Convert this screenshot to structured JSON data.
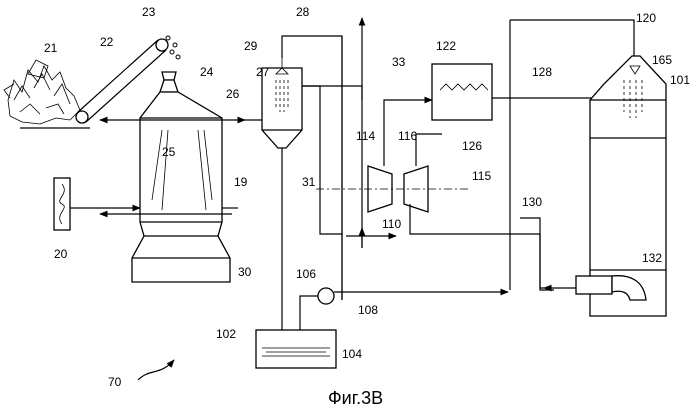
{
  "figure": {
    "caption": "Фиг.3В",
    "labels": {
      "l21": "21",
      "l22": "22",
      "l23": "23",
      "l24": "24",
      "l25": "25",
      "l26": "26",
      "l27": "27",
      "l28": "28",
      "l29": "29",
      "l33": "33",
      "l19": "19",
      "l20": "20",
      "l30": "30",
      "l31": "31",
      "l102": "102",
      "l104": "104",
      "l106": "106",
      "l108": "108",
      "l110": "110",
      "l114": "114",
      "l115": "115",
      "l116": "116",
      "l122": "122",
      "l126": "126",
      "l128": "128",
      "l130": "130",
      "l120": "120",
      "l165": "165",
      "l101": "101",
      "l132": "132",
      "l70": "70"
    }
  }
}
